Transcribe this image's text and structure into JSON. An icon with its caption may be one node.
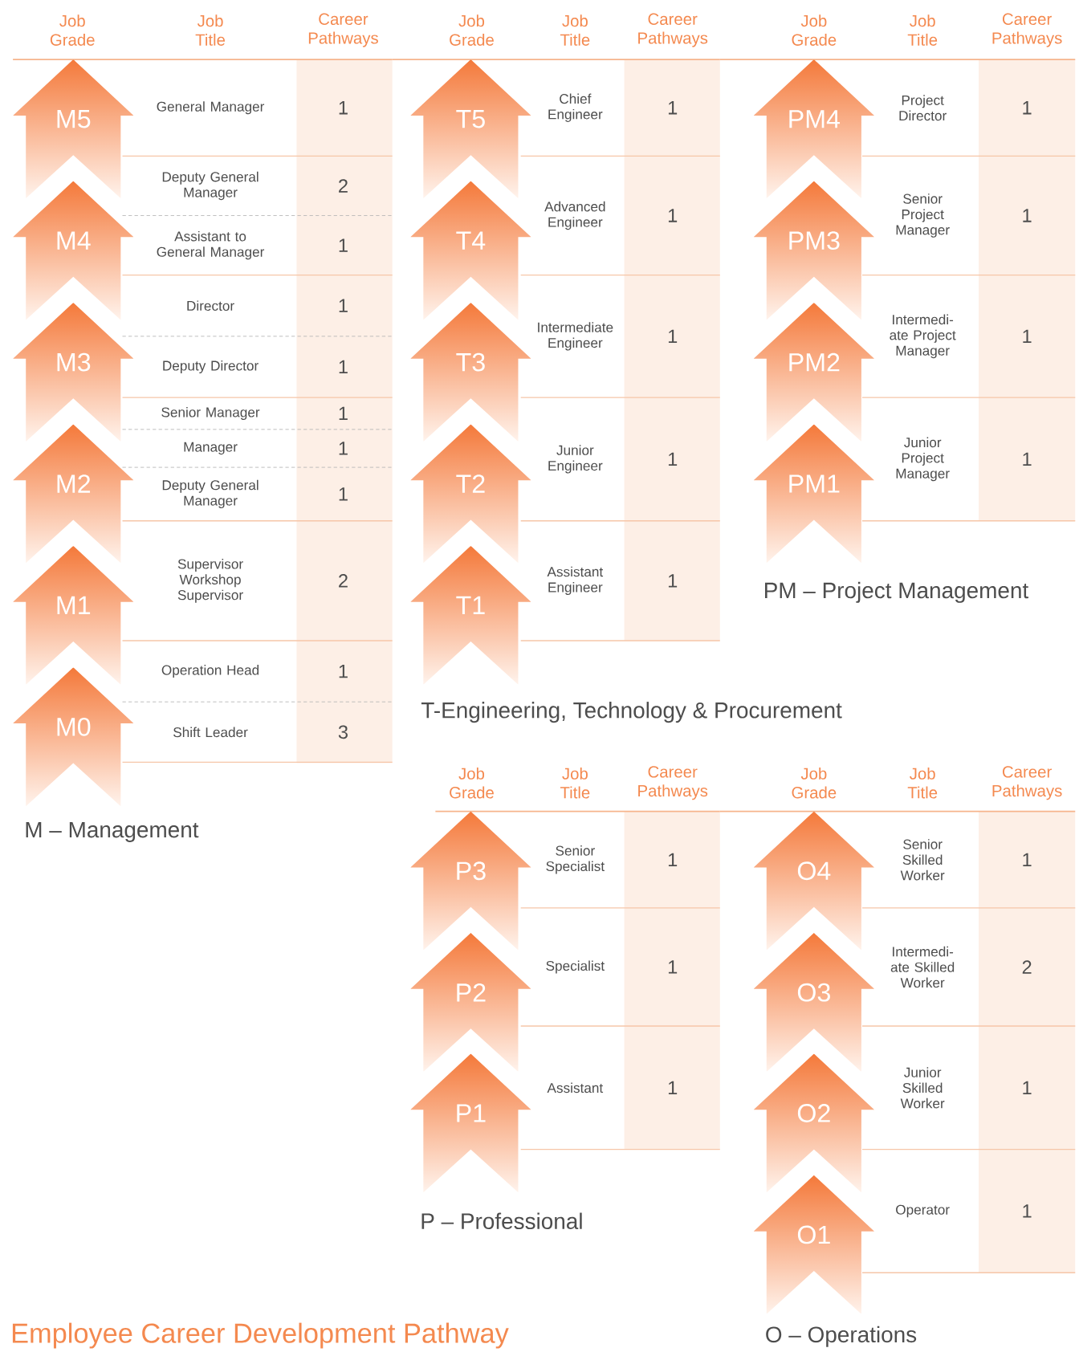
{
  "diagram": {
    "title": "Employee Career Development Pathway",
    "nodes": [
      {
        "text": [
          "M5"
        ]
      },
      {
        "text": [
          "M4"
        ]
      },
      {
        "text": [
          "M3"
        ]
      },
      {
        "text": [
          "M2"
        ]
      },
      {
        "text": [
          "M1"
        ]
      },
      {
        "text": [
          "M0"
        ]
      },
      {
        "text": [
          "T5"
        ]
      },
      {
        "text": [
          "T4"
        ]
      },
      {
        "text": [
          "T3"
        ]
      },
      {
        "text": [
          "T2"
        ]
      },
      {
        "text": [
          "T1"
        ]
      },
      {
        "text": [
          "PM4"
        ]
      },
      {
        "text": [
          "PM3"
        ]
      },
      {
        "text": [
          "PM2"
        ]
      },
      {
        "text": [
          "PM1"
        ]
      },
      {
        "text": [
          "P3"
        ]
      },
      {
        "text": [
          "P2"
        ]
      },
      {
        "text": [
          "P1"
        ]
      },
      {
        "text": [
          "O4"
        ]
      },
      {
        "text": [
          "O3"
        ]
      },
      {
        "text": [
          "O2"
        ]
      },
      {
        "text": [
          "O1"
        ]
      }
    ],
    "labels": [
      "Job Grade",
      "Job Title",
      "Career Pathways",
      "General Manager",
      "1",
      "Deputy General Manager",
      "2",
      "Assistant to General Manager",
      "1",
      "Director",
      "1",
      "Deputy Director",
      "1",
      "Senior Manager",
      "1",
      "Manager",
      "1",
      "Deputy General Manager",
      "1",
      "Supervisor Workshop Supervisor",
      "2",
      "Operation Head",
      "1",
      "Shift Leader",
      "3",
      "M – Management",
      "Job Grade",
      "Job Title",
      "Career Pathways",
      "Chief Engineer",
      "1",
      "Advanced Engineer",
      "1",
      "Intermediate Engineer",
      "1",
      "Junior Engineer",
      "1",
      "Assistant Engineer",
      "1",
      "T-Engineering, Technology & Procurement",
      "Job Grade",
      "Job Title",
      "Career Pathways",
      "Project Director",
      "1",
      "Senior Project Manager",
      "1",
      "Intermedi- ate Project Manager",
      "1",
      "Junior Project Manager",
      "1",
      "PM – Project Management",
      "Job Grade",
      "Job Title",
      "Career Pathways",
      "Senior Specialist",
      "1",
      "Specialist",
      "1",
      "Assistant",
      "1",
      "P – Professional",
      "Job Grade",
      "Job Title",
      "Career Pathways",
      "Senior Skilled Worker",
      "1",
      "Intermedi- ate Skilled Worker",
      "2",
      "Junior Skilled Worker",
      "1",
      "Operator",
      "1",
      "O – Operations"
    ]
  }
}
